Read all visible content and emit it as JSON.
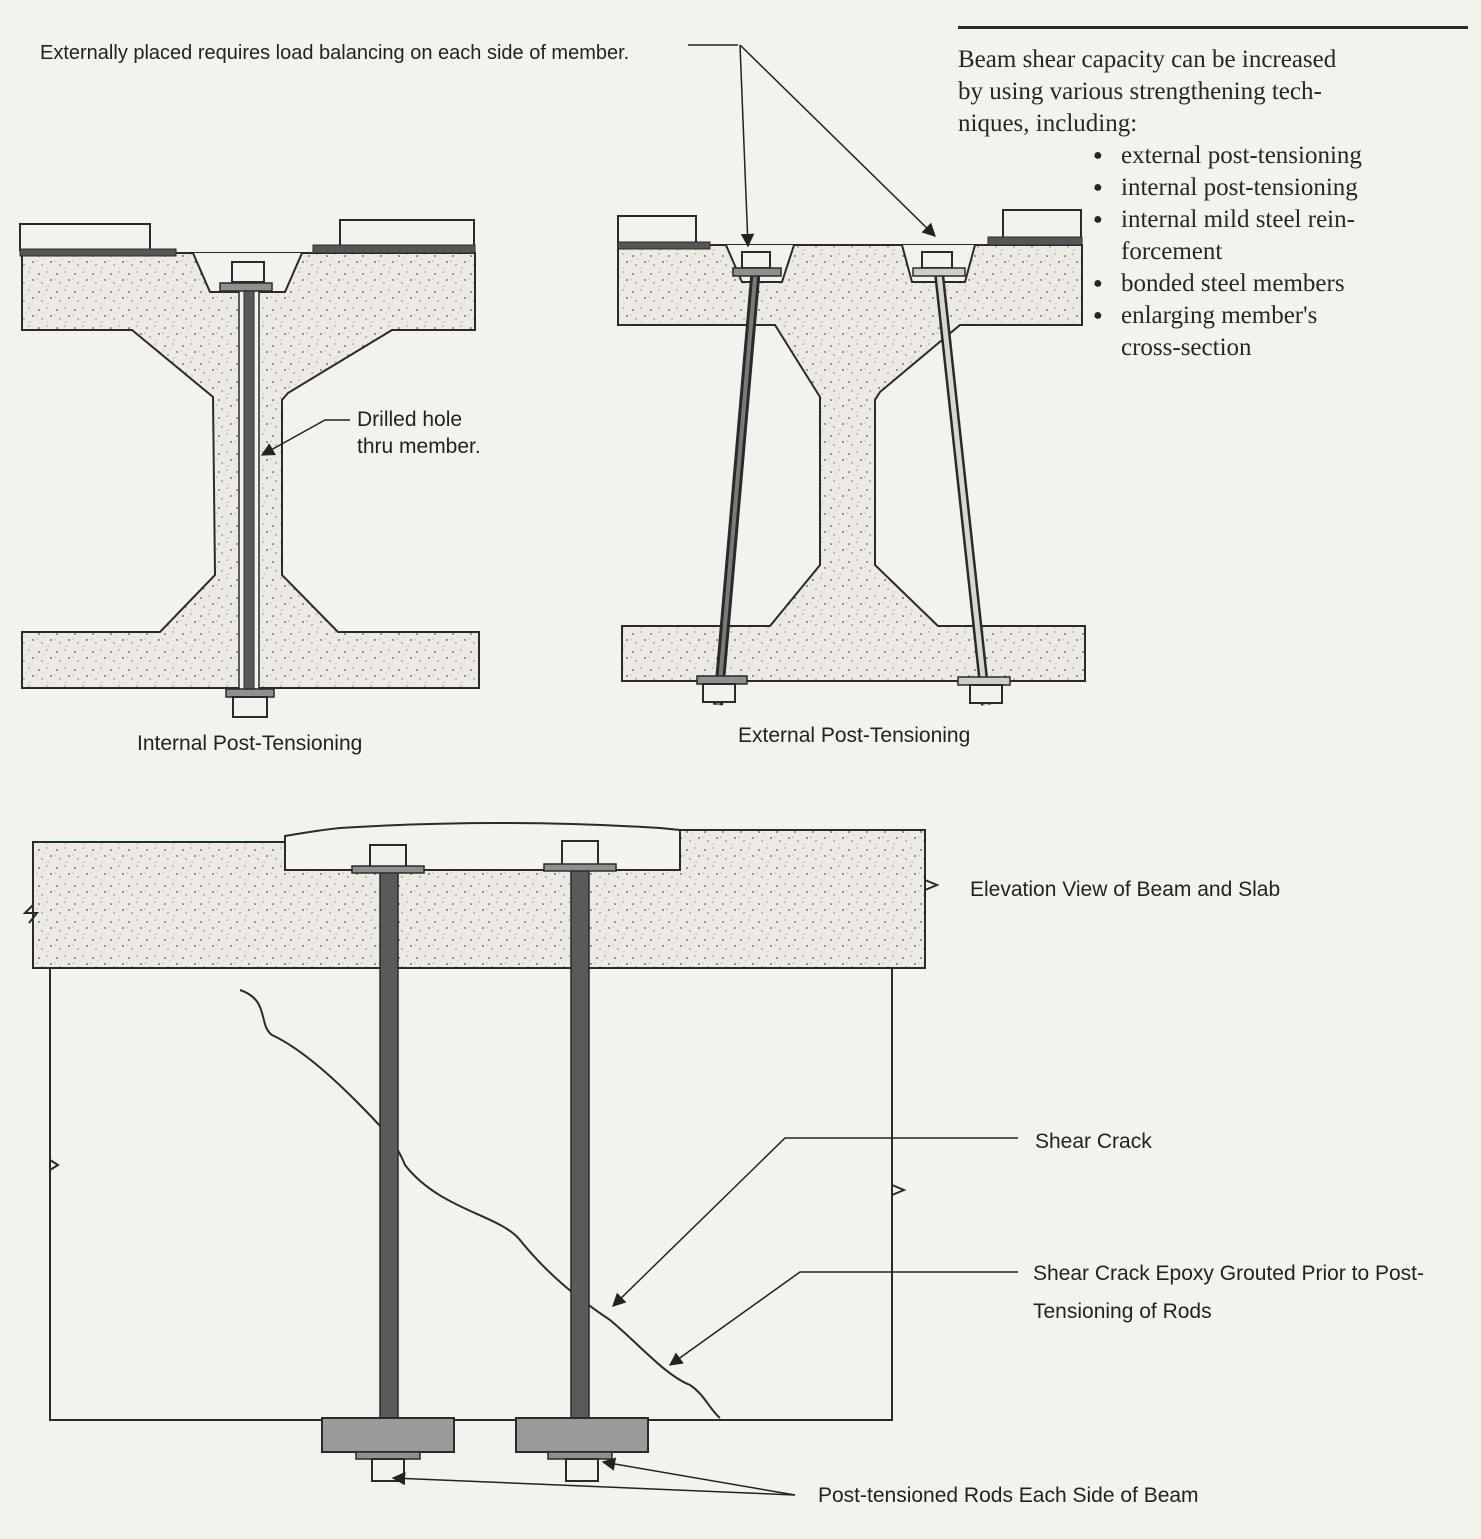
{
  "labels": {
    "external_note": "Externally placed requires load balancing on each side of member.",
    "drilled_hole_line1": "Drilled hole",
    "drilled_hole_line2": "thru member.",
    "internal_caption": "Internal Post-Tensioning",
    "external_caption": "External Post-Tensioning",
    "elevation_caption": "Elevation View of Beam and Slab",
    "shear_crack": "Shear Crack",
    "epoxy_line1": "Shear Crack Epoxy Grouted Prior  to Post-",
    "epoxy_line2": "Tensioning of Rods",
    "rods_note": "Post-tensioned Rods Each Side of Beam"
  },
  "side_note": {
    "intro_line1": "Beam shear capacity can be increased",
    "intro_line2": "by using various strengthening tech-",
    "intro_line3": "niques, including:",
    "items": [
      "external post-tensioning",
      "internal post-tensioning",
      "internal mild steel rein-",
      "forcement",
      "bonded steel members",
      "enlarging member's",
      "cross-section"
    ]
  },
  "colors": {
    "background": "#f4f2ec",
    "concrete": "#eceae3",
    "line": "#2a2a2a",
    "rod": "#5a5a5a",
    "pad": "#8f8f8f"
  }
}
